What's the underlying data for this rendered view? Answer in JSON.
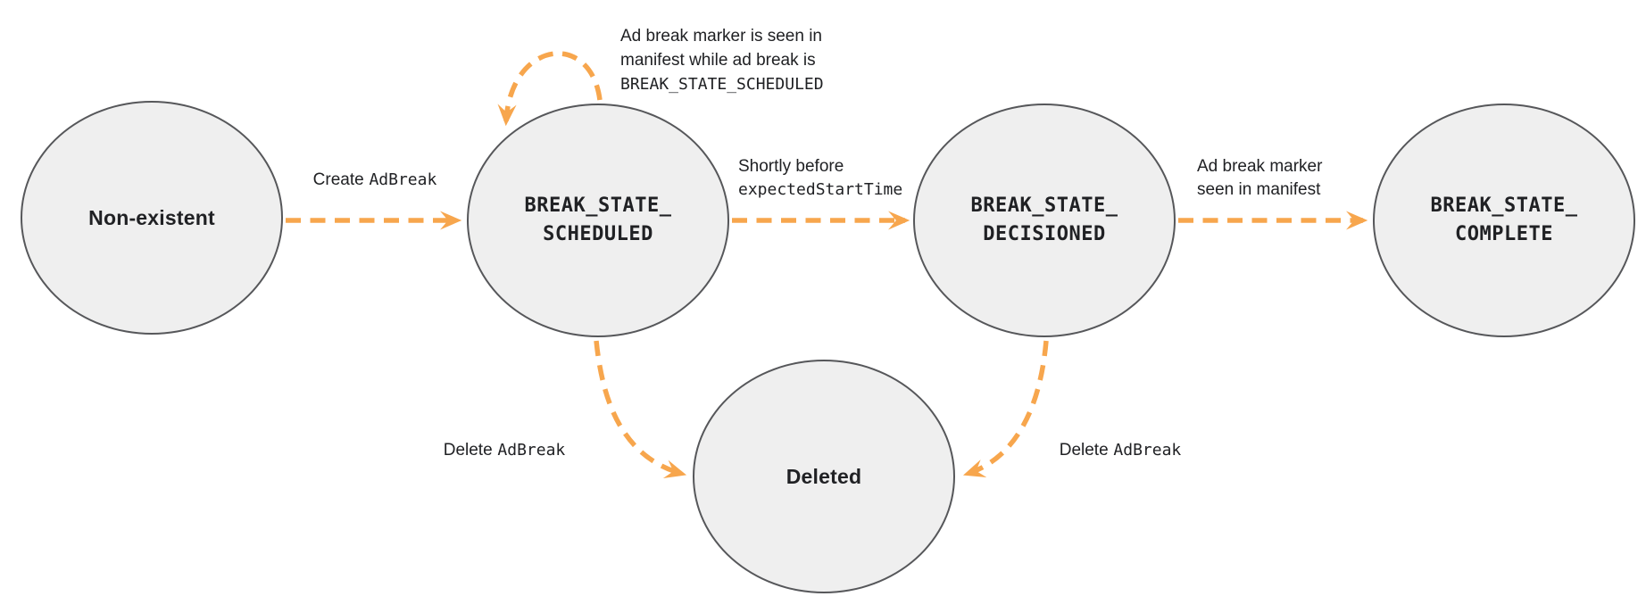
{
  "colors": {
    "arrow": "#F7A64D",
    "state_fill": "#EFEFEF",
    "state_stroke": "#56575A",
    "text": "#202124"
  },
  "states": {
    "non_existent": {
      "label": "Non-existent"
    },
    "scheduled": {
      "line1": "BREAK_STATE_",
      "line2": "SCHEDULED"
    },
    "decisioned": {
      "line1": "BREAK_STATE_",
      "line2": "DECISIONED"
    },
    "complete": {
      "line1": "BREAK_STATE_",
      "line2": "COMPLETE"
    },
    "deleted": {
      "label": "Deleted"
    }
  },
  "edges": {
    "create_adbreak": {
      "sans": "Create",
      "mono": "AdBreak"
    },
    "self_loop": {
      "line1": "Ad break marker is seen in",
      "line2": "manifest while ad break is",
      "line3_mono": "BREAK_STATE_SCHEDULED"
    },
    "shortly_before": {
      "line1_sans": "Shortly before",
      "line2_mono": "expectedStartTime"
    },
    "marker_seen": {
      "line1": "Ad break marker",
      "line2": "seen in manifest"
    },
    "delete_left": {
      "sans": "Delete",
      "mono": "AdBreak"
    },
    "delete_right": {
      "sans": "Delete",
      "mono": "AdBreak"
    }
  }
}
